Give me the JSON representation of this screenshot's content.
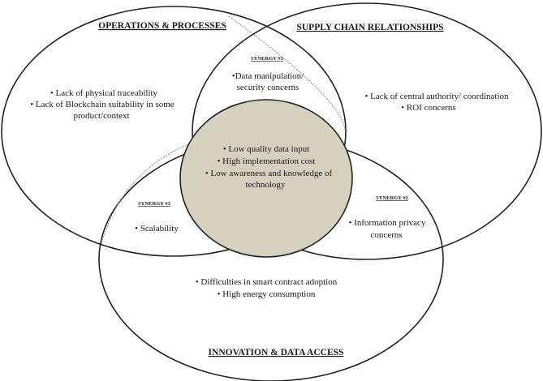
{
  "colors": {
    "stroke": "#222222",
    "center_fill": "#d6d1bf",
    "dashed_stroke": "#9a9a9a",
    "text": "#1a1a1a"
  },
  "circles": {
    "operations": {
      "title": "OPERATIONS & PROCESSES",
      "items": [
        "• Lack of physical traceability",
        "• Lack of Blockchain suitability in some",
        "product/context"
      ]
    },
    "supply_chain": {
      "title": "SUPPLY CHAIN RELATIONSHIPS",
      "items": [
        "• Lack of central authority/ coordination",
        "• ROI concerns"
      ]
    },
    "innovation": {
      "title": "INNOVATION & DATA ACCESS",
      "items": [
        "• Difficulties in smart contract adoption",
        "• High energy consumption"
      ]
    }
  },
  "synergies": {
    "s1": {
      "label": "SYNERGY #1",
      "items": [
        "•Data manipulation/",
        "security concerns"
      ]
    },
    "s2": {
      "label": "SYNERGY #2",
      "items": [
        "• Information privacy",
        "concerns"
      ]
    },
    "s3": {
      "label": "SYNERGY #3",
      "items": [
        "• Scalability"
      ]
    }
  },
  "center": {
    "items": [
      "• Low quality data input",
      "• High implementation cost",
      "• Low awareness and knowledge of",
      "technology"
    ]
  }
}
